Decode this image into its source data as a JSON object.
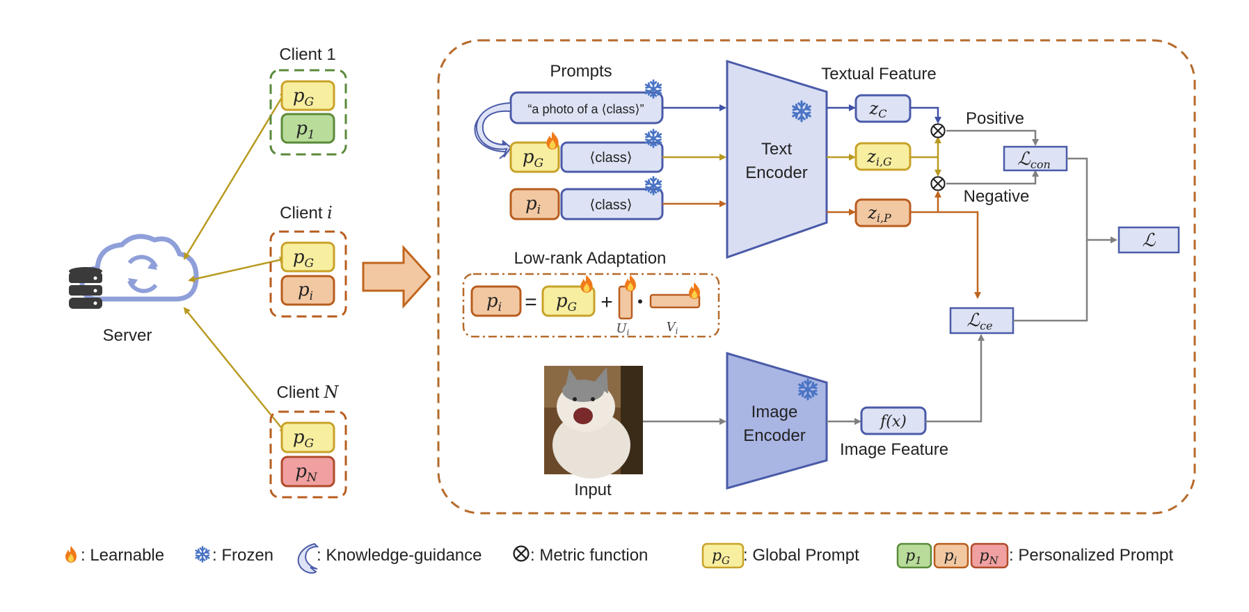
{
  "clients": {
    "client1": {
      "title": "Client 1",
      "global_prompt": "p",
      "global_sub": "G",
      "personal_prompt": "p",
      "personal_sub": "1"
    },
    "clienti": {
      "title_prefix": "Client ",
      "title_var": "i",
      "global_prompt": "p",
      "global_sub": "G",
      "personal_prompt": "p",
      "personal_sub": "i"
    },
    "clientN": {
      "title_prefix": "Client ",
      "title_var": "N",
      "global_prompt": "p",
      "global_sub": "G",
      "personal_prompt": "p",
      "personal_sub": "N"
    }
  },
  "server": {
    "label": "Server"
  },
  "prompts": {
    "heading": "Prompts",
    "template": "“a photo of a ⟨class⟩”",
    "class_token": "⟨class⟩",
    "pg": "p",
    "pg_sub": "G",
    "pi": "p",
    "pi_sub": "i"
  },
  "text_encoder": {
    "line1": "Text",
    "line2": "Encoder"
  },
  "image_encoder": {
    "line1": "Image",
    "line2": "Encoder"
  },
  "textual_feature": {
    "heading": "Textual Feature",
    "zc": "z",
    "zc_sub": "C",
    "zig": "z",
    "zig_sub": "i,G",
    "zip": "z",
    "zip_sub": "i,P"
  },
  "metric": {
    "positive": "Positive",
    "negative": "Negative"
  },
  "losses": {
    "con_symbol": "ℒ",
    "con_sub": "con",
    "ce_symbol": "ℒ",
    "ce_sub": "ce",
    "total_symbol": "ℒ"
  },
  "lora": {
    "heading": "Low-rank Adaptation",
    "pi": "p",
    "pi_sub": "i",
    "equals": "=",
    "pg": "p",
    "pg_sub": "G",
    "plus": "+",
    "dot": "•",
    "u": "U",
    "u_sub": "i",
    "v": "V",
    "v_sub": "i"
  },
  "image": {
    "input_label": "Input",
    "feature_label": "Image Feature",
    "fx": "f(x)"
  },
  "legend": {
    "learnable": ": Learnable",
    "frozen": ": Frozen",
    "guidance": ": Knowledge-guidance",
    "metric": " : Metric function",
    "global": ": Global Prompt",
    "personalized": ": Personalized Prompt",
    "p": "p",
    "g_sub": "G",
    "one_sub": "1",
    "i_sub": "i",
    "n_sub": "N"
  },
  "colors": {
    "yellow_fill": "#f8eea0",
    "yellow_stroke": "#c8a227",
    "green_fill": "#b9dc9b",
    "green_stroke": "#5a8a3a",
    "orange_fill": "#f2c8a2",
    "orange_stroke": "#b85c1e",
    "red_fill": "#f0a0a0",
    "red_stroke": "#b04a2a",
    "blue_fill": "#dde3f5",
    "blue_stroke": "#4a5aa8",
    "encoder_fill": "#d9def2",
    "image_encoder_fill": "#a9b5e3",
    "arrow_gold": "#b89a20",
    "arrow_orange": "#c0651e",
    "arrow_blue": "#3f51a6",
    "arrow_gray": "#808080",
    "frame_orange": "#b56a2a"
  },
  "icons": [
    "fire-icon",
    "snowflake-icon",
    "database-icon",
    "cloud-sync-icon",
    "curved-arrow-icon",
    "otimes-icon",
    "cat-photo"
  ]
}
